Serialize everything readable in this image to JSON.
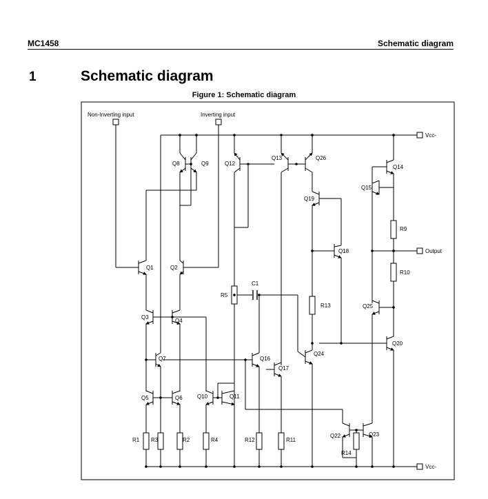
{
  "header": {
    "left": "MC1458",
    "right": "Schematic diagram"
  },
  "section": {
    "number": "1",
    "title": "Schematic diagram"
  },
  "figure": {
    "caption": "Figure 1: Schematic diagram",
    "pins": {
      "non_inverting": "Non-Inverting input",
      "inverting": "Inverting input",
      "vcc_top": "Vcc-",
      "output": "Output",
      "vcc_bottom": "Vcc-"
    },
    "transistors": {
      "q1": "Q1",
      "q2": "Q2",
      "q3": "Q3",
      "q4": "Q4",
      "q5": "Q5",
      "q6": "Q6",
      "q7": "Q7",
      "q8": "Q8",
      "q9": "Q9",
      "q10": "Q10",
      "q11": "Q11",
      "q12": "Q12",
      "q13": "Q13",
      "q14": "Q14",
      "q15": "Q15",
      "q16": "Q16",
      "q17": "Q17",
      "q18": "Q18",
      "q19": "Q19",
      "q20": "Q20",
      "q22": "Q22",
      "q23": "Q23",
      "q24": "Q24",
      "q25": "Q25",
      "q26": "Q26"
    },
    "resistors": {
      "r1": "R1",
      "r2": "R2",
      "r3": "R3",
      "r4": "R4",
      "r5": "R5",
      "r9": "R9",
      "r10": "R10",
      "r11": "R11",
      "r12": "R12",
      "r13": "R13",
      "r14": "R14"
    },
    "capacitors": {
      "c1": "C1"
    }
  }
}
